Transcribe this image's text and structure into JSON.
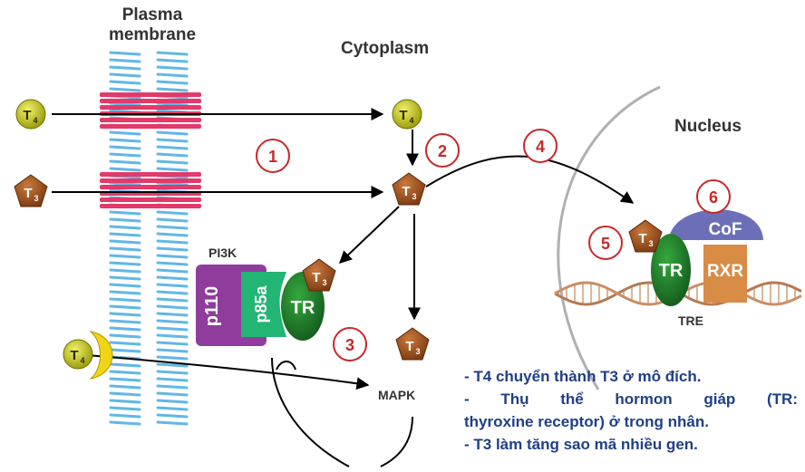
{
  "labels": {
    "plasma_membrane_line1": "Plasma",
    "plasma_membrane_line2": "membrane",
    "cytoplasm": "Cytoplasm",
    "nucleus": "Nucleus",
    "pi3k": "PI3K",
    "p110": "p110",
    "p85a": "p85a",
    "tr": "TR",
    "rxr": "RXR",
    "cof": "CoF",
    "tre": "TRE",
    "mapk": "MAPK",
    "t4": "T",
    "t4_sub": "4",
    "t3": "T",
    "t3_sub": "3"
  },
  "steps": [
    "1",
    "2",
    "3",
    "4",
    "5",
    "6"
  ],
  "notes": {
    "line1": "- T4  chuyển thành T3 ở mô đích.",
    "line2": "- Thụ thể    hormon giáp (TR:",
    "line2b": "thyroxine receptor) ở trong nhân.",
    "line3": "- T3 làm tăng sao mã nhiều gen."
  },
  "colors": {
    "t4_ball": "#c2c21a",
    "t3_pentagon": "#a0521e",
    "membrane_blue": "#62b7e6",
    "channel_pink": "#e23a6a",
    "p110_purple": "#8f3c9c",
    "p85a_green": "#22b573",
    "tr_green": "#1e7a2a",
    "rxr_orange": "#d88c45",
    "cof_purple": "#6c6fb8",
    "step_circle": "#c8282a",
    "note_blue": "#1f3f86"
  }
}
